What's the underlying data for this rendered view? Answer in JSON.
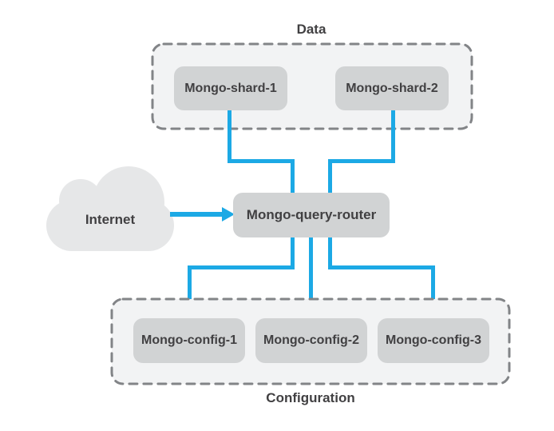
{
  "colors": {
    "connector": "#1ca9e5",
    "node_fill": "#d1d3d4",
    "group_fill": "#f2f3f4",
    "group_border": "#828487",
    "cloud_fill": "#e6e7e8",
    "text": "#414042"
  },
  "diagram": {
    "data_group": {
      "label": "Data",
      "nodes": [
        {
          "label": "Mongo-shard-1"
        },
        {
          "label": "Mongo-shard-2"
        }
      ]
    },
    "router": {
      "label": "Mongo-query-router"
    },
    "internet": {
      "label": "Internet"
    },
    "config_group": {
      "label": "Configuration",
      "nodes": [
        {
          "label": "Mongo-config-1"
        },
        {
          "label": "Mongo-config-2"
        },
        {
          "label": "Mongo-config-3"
        }
      ]
    }
  }
}
